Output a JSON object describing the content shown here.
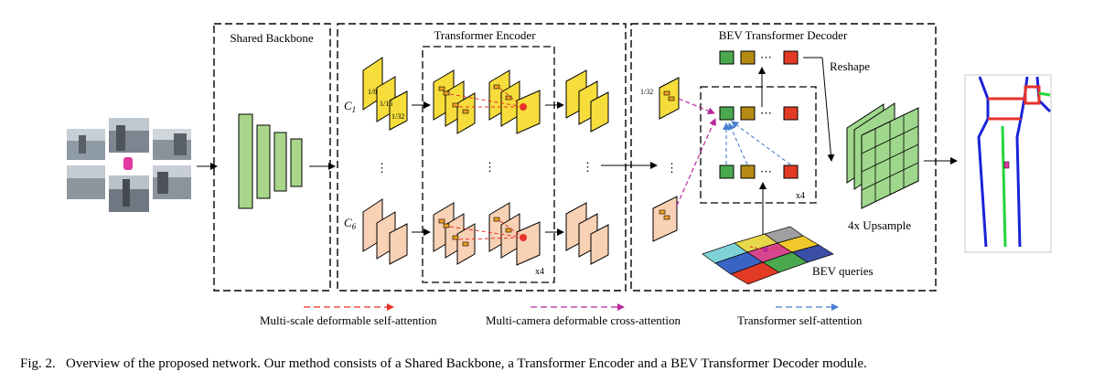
{
  "modules": {
    "backbone": "Shared Backbone",
    "encoder": "Transformer Encoder",
    "decoder": "BEV Transformer Decoder"
  },
  "labels": {
    "c1": "C",
    "c1_sub": "1",
    "c6": "C",
    "c6_sub": "6",
    "frac_8": "1/8",
    "frac_16": "1/16",
    "frac_32": "1/32",
    "dec_frac": "1/32",
    "enc_repeat": "x4",
    "dec_repeat": "x4",
    "reshape": "Reshape",
    "upsample": "4x Upsample",
    "bev_queries": "BEV queries",
    "ellipsis_v": "⋮",
    "ellipsis_h": "⋯"
  },
  "legend": {
    "self_attn": "Multi-scale deformable self-attention",
    "cross_attn": "Multi-camera deformable cross-attention",
    "tf_self_attn": "Transformer self-attention"
  },
  "colors": {
    "feature_yellow": "#f7dd3c",
    "feature_peach": "#f9d1b4",
    "backbone_green": "#a8d58a",
    "self_attn_red": "#e8322b",
    "cross_attn_magenta": "#b8289c",
    "tf_attn_blue": "#4a7fcf",
    "query_green": "#4aa84f",
    "query_olive": "#b58a14",
    "query_red": "#e23a24",
    "grid_green": "#9fd88c",
    "road_blue": "#1a23d8",
    "lane_green": "#22d63a"
  },
  "caption": {
    "prefix": "Fig. 2.",
    "text": "Overview of the proposed network. Our method consists of a Shared Backbone, a Transformer Encoder and a BEV Transformer Decoder module."
  }
}
